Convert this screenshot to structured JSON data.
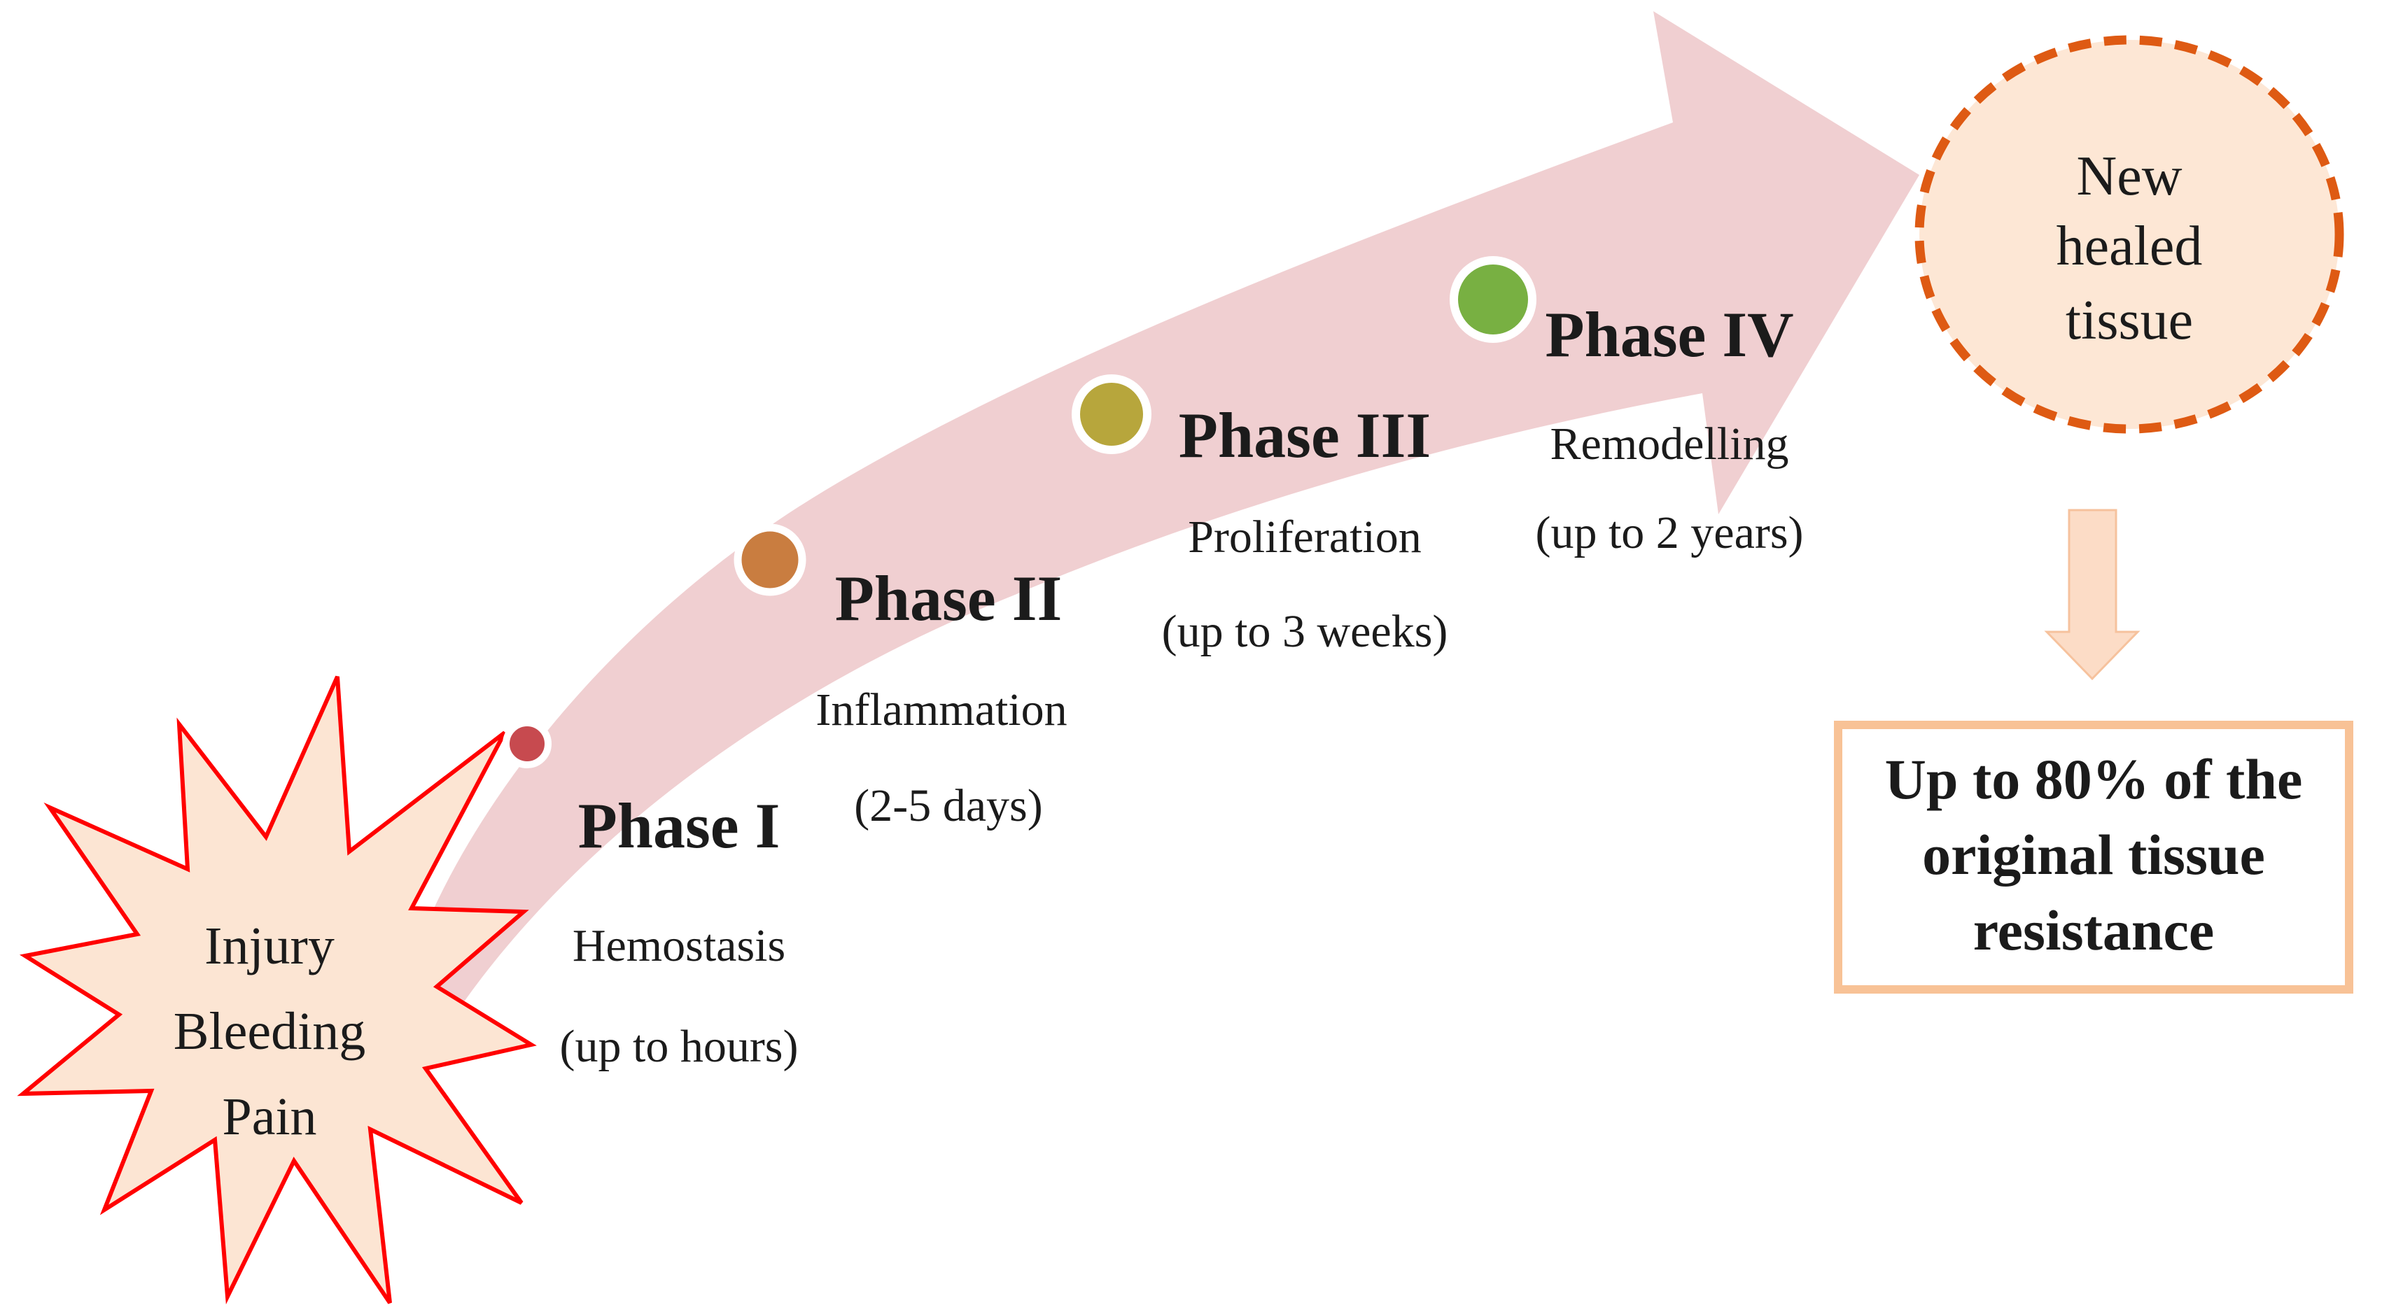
{
  "colors": {
    "arrow_body": "#F0CFD1",
    "star_fill": "#FCE5D3",
    "star_stroke": "#FF0000",
    "circle_fill": "#FDE7D5",
    "circle_stroke": "#DE5A13",
    "down_arrow_fill": "#FCDCC6",
    "down_arrow_stroke": "#F6C29D",
    "box_border": "#F8C296",
    "text": "#1b1b1b"
  },
  "injury_burst": {
    "lines": [
      "Injury",
      "Bleeding",
      "Pain"
    ]
  },
  "phases": [
    {
      "name": "Phase I",
      "process": "Hemostasis",
      "duration": "(up to hours)",
      "dot_color": "#C74A4F"
    },
    {
      "name": "Phase II",
      "process": "Inflammation",
      "duration": "(2-5 days)",
      "dot_color": "#C97D40"
    },
    {
      "name": "Phase III",
      "process": "Proliferation",
      "duration": "(up to 3 weeks)",
      "dot_color": "#B7A63C"
    },
    {
      "name": "Phase IV",
      "process": "Remodelling",
      "duration": "(up to 2 years)",
      "dot_color": "#78B042"
    }
  ],
  "healed_tissue": {
    "lines": [
      "New",
      "healed",
      "tissue"
    ]
  },
  "outcome_box": {
    "lines": [
      "Up to 80% of the",
      "original tissue",
      "resistance"
    ]
  }
}
